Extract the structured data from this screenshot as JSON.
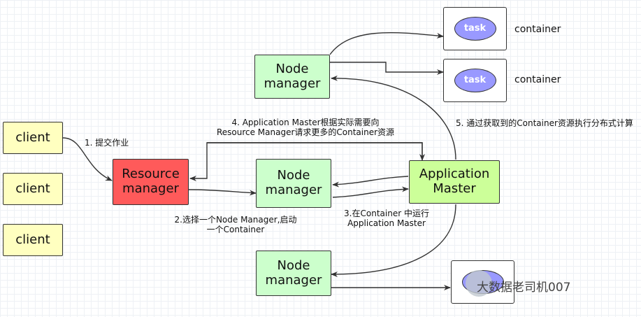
{
  "nodes": {
    "client1": "client",
    "client2": "client",
    "client3": "client",
    "resource_manager": [
      "Resource",
      "manager"
    ],
    "node_manager_top": [
      "Node",
      "manager"
    ],
    "node_manager_mid": [
      "Node",
      "manager"
    ],
    "node_manager_bottom": [
      "Node",
      "manager"
    ],
    "application_master": [
      "Application",
      "Master"
    ],
    "task1": "task",
    "task2": "task",
    "container1": "container",
    "container2": "container"
  },
  "edge_labels": {
    "step1": "1. 提交作业",
    "step2_line1": "2.选择一个Node Manager,启动",
    "step2_line2": "一个Container",
    "step3_line1": "3.在Container 中运行",
    "step3_line2": "Application Master",
    "step4_line1": "4. Application Master根据实际需要向",
    "step4_line2": "Resource Manager请求更多的Container资源",
    "step5": "5. 通过获取到的Container资源执行分布式计算"
  },
  "watermark": "大数据老司机007",
  "colors": {
    "client": "#ffffc0",
    "node_manager": "#ccffcc",
    "resource_manager": "#ff5a5a",
    "application_master": "#ccff99",
    "task": "#9999ff"
  }
}
